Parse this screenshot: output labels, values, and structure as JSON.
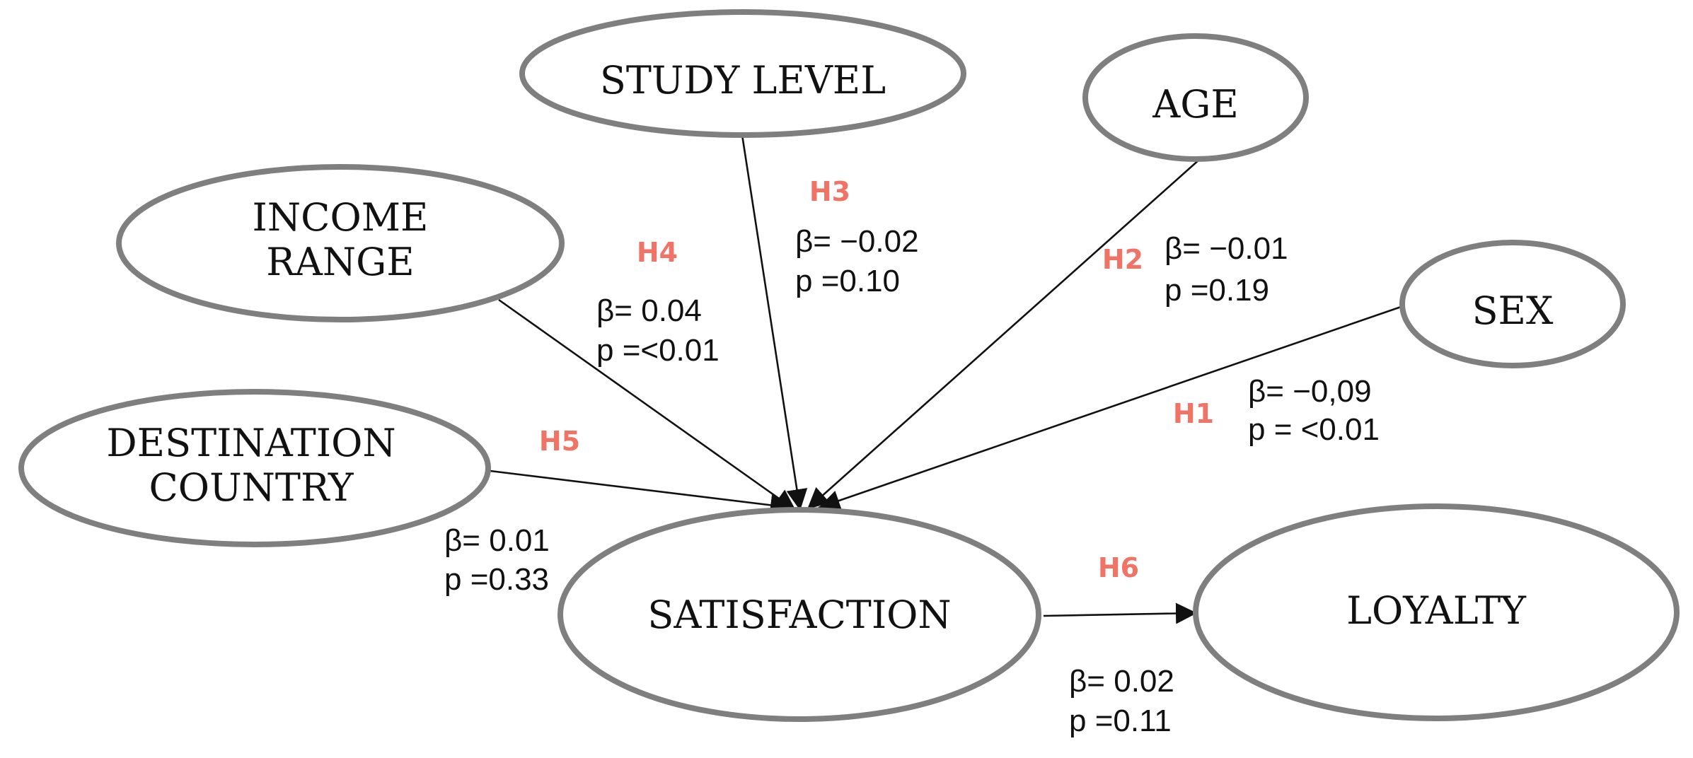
{
  "colors": {
    "node_stroke": "#7f7f7f",
    "edge": "#111111",
    "hypothesis": "#f07366",
    "background": "#ffffff"
  },
  "nodes": {
    "study_level": [
      "STUDY LEVEL"
    ],
    "age": [
      "AGE"
    ],
    "income_range": [
      "INCOME",
      "RANGE"
    ],
    "sex": [
      "SEX"
    ],
    "destination_country": [
      "DESTINATION",
      "COUNTRY"
    ],
    "satisfaction": [
      "SATISFACTION"
    ],
    "loyalty": [
      "LOYALTY"
    ]
  },
  "edges": {
    "h1": {
      "from": "SEX",
      "to": "SATISFACTION",
      "hypothesis": "H1",
      "beta": "β=  −0,09",
      "p": "p = <0.01"
    },
    "h2": {
      "from": "AGE",
      "to": "SATISFACTION",
      "hypothesis": "H2",
      "beta": "β= −0.01",
      "p": "p =0.19"
    },
    "h3": {
      "from": "STUDY LEVEL",
      "to": "SATISFACTION",
      "hypothesis": "H3",
      "beta": "β= −0.02",
      "p": "p =0.10"
    },
    "h4": {
      "from": "INCOME RANGE",
      "to": "SATISFACTION",
      "hypothesis": "H4",
      "beta": "β= 0.04",
      "p": "p =<0.01"
    },
    "h5": {
      "from": "DESTINATION COUNTRY",
      "to": "SATISFACTION",
      "hypothesis": "H5",
      "beta": "β= 0.01",
      "p": "p =0.33"
    },
    "h6": {
      "from": "SATISFACTION",
      "to": "LOYALTY",
      "hypothesis": "H6",
      "beta": "β= 0.02",
      "p": "p =0.11"
    }
  }
}
